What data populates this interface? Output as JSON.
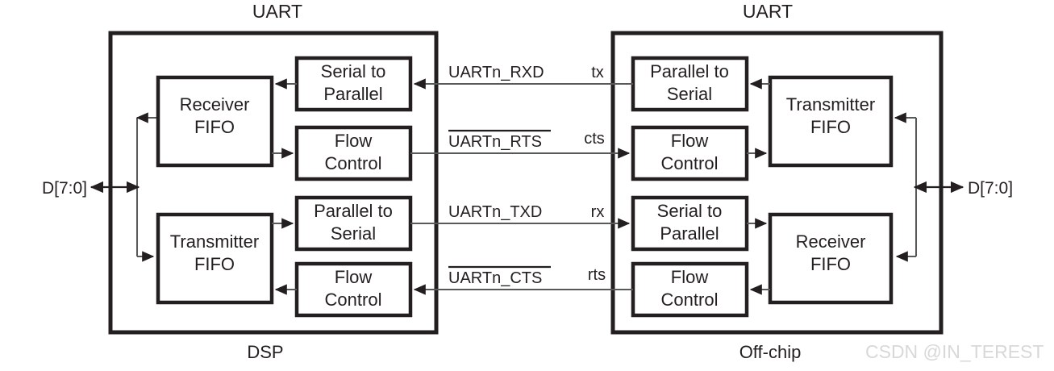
{
  "diagram": {
    "type": "block-diagram",
    "title_left": "UART",
    "title_right": "UART",
    "footer_left": "DSP",
    "footer_right": "Off-chip",
    "watermark": "CSDN @IN_TEREST",
    "bus_left": "D[7:0]",
    "bus_right": "D[7:0]",
    "colors": {
      "box_stroke": "#231f20",
      "wire": "#58595b",
      "text": "#231f20",
      "background": "#ffffff",
      "watermark": "#d8d8d8"
    }
  },
  "left_side": {
    "name": "DSP",
    "blocks": [
      {
        "id": "rx-fifo",
        "label_line1": "Receiver",
        "label_line2": "FIFO"
      },
      {
        "id": "s2p",
        "label_line1": "Serial to",
        "label_line2": "Parallel"
      },
      {
        "id": "fc-rx",
        "label_line1": "Flow",
        "label_line2": "Control"
      },
      {
        "id": "tx-fifo",
        "label_line1": "Transmitter",
        "label_line2": "FIFO"
      },
      {
        "id": "p2s",
        "label_line1": "Parallel to",
        "label_line2": "Serial"
      },
      {
        "id": "fc-tx",
        "label_line1": "Flow",
        "label_line2": "Control"
      }
    ]
  },
  "right_side": {
    "name": "Off-chip",
    "blocks": [
      {
        "id": "p2s-r",
        "label_line1": "Parallel to",
        "label_line2": "Serial"
      },
      {
        "id": "tx-fifo-r",
        "label_line1": "Transmitter",
        "label_line2": "FIFO"
      },
      {
        "id": "fc-cts-r",
        "label_line1": "Flow",
        "label_line2": "Control"
      },
      {
        "id": "s2p-r",
        "label_line1": "Serial to",
        "label_line2": "Parallel"
      },
      {
        "id": "rx-fifo-r",
        "label_line1": "Receiver",
        "label_line2": "FIFO"
      },
      {
        "id": "fc-rts-r",
        "label_line1": "Flow",
        "label_line2": "Control"
      }
    ]
  },
  "signals": [
    {
      "id": "rxd",
      "label": "UARTn_RXD",
      "overline": false,
      "pin": "tx",
      "direction": "right-to-left"
    },
    {
      "id": "rts",
      "label": "UARTn_RTS",
      "overline": true,
      "pin": "cts",
      "direction": "left-to-right"
    },
    {
      "id": "txd",
      "label": "UARTn_TXD",
      "overline": false,
      "pin": "rx",
      "direction": "left-to-right"
    },
    {
      "id": "cts",
      "label": "UARTn_CTS",
      "overline": true,
      "pin": "rts",
      "direction": "right-to-left"
    }
  ]
}
